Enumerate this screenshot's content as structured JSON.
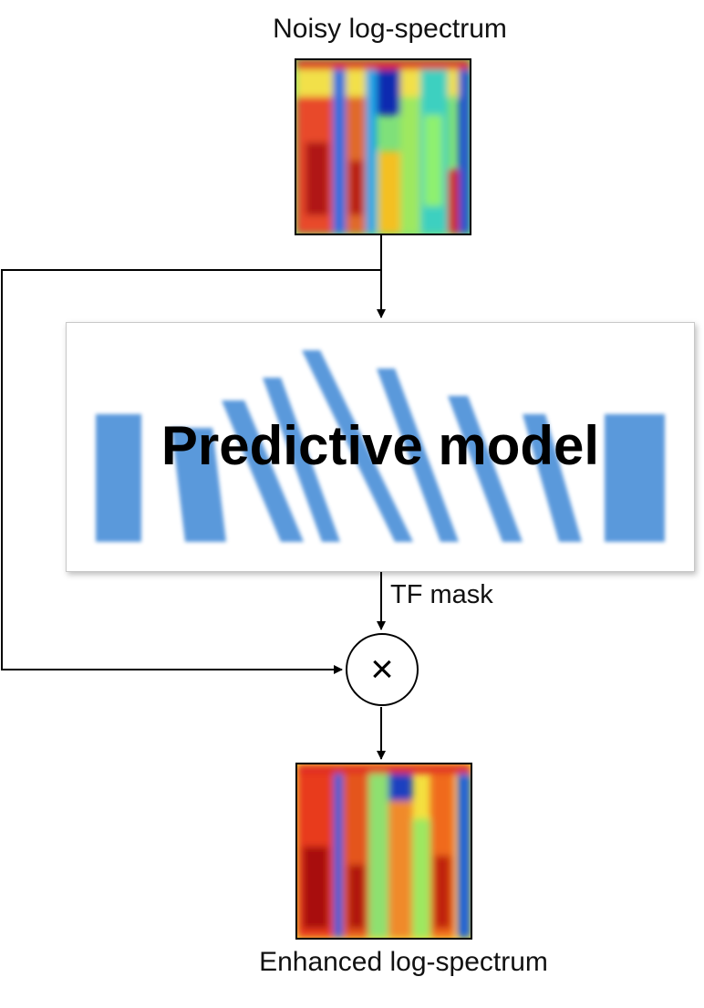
{
  "labels": {
    "input": "Noisy log-spectrum",
    "model": "Predictive model",
    "mask": "TF mask",
    "output": "Enhanced log-spectrum",
    "operator": "×"
  }
}
